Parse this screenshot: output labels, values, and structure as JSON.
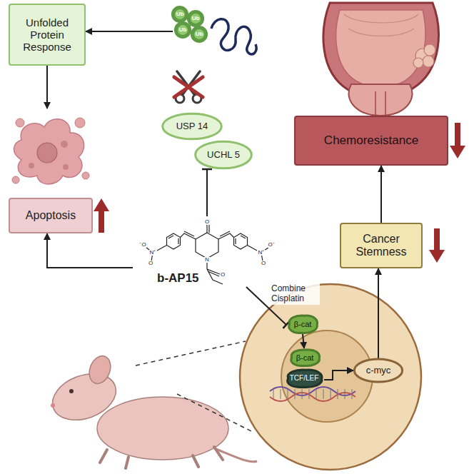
{
  "diagram": {
    "nodes": [
      {
        "text": [
          "Unfolded Protein Response"
        ]
      },
      {
        "text": [
          "Ub"
        ]
      },
      {
        "text": [
          "Ub"
        ]
      },
      {
        "text": [
          "Ub"
        ]
      },
      {
        "text": [
          "Ub"
        ]
      },
      {
        "text": [
          "USP 14"
        ]
      },
      {
        "text": [
          "UCHL 5"
        ]
      },
      {
        "text": [
          "Chemoresistance"
        ]
      },
      {
        "text": [
          "Apoptosis"
        ]
      },
      {
        "text": [
          "Cancer Stemness"
        ]
      },
      {
        "text": [
          "b-AP15"
        ]
      },
      {
        "text": [
          "β-cat"
        ]
      },
      {
        "text": [
          "β-cat"
        ]
      },
      {
        "text": [
          "TCF/LEF"
        ]
      },
      {
        "text": [
          "c-myc"
        ]
      }
    ],
    "edges": [
      {
        "from": 1,
        "to": 0,
        "arrow": "to"
      },
      {
        "from": 0,
        "to": 8,
        "arrow": "to"
      },
      {
        "from": 10,
        "to": 8,
        "arrow": "to"
      },
      {
        "from": 10,
        "to": 6,
        "arrow": "to"
      },
      {
        "from": 10,
        "to": 11,
        "label": "Combine Cisplatin",
        "arrow": "to"
      },
      {
        "from": 11,
        "to": 12,
        "arrow": "to"
      },
      {
        "from": 13,
        "to": 14,
        "arrow": "to"
      },
      {
        "from": 14,
        "to": 9,
        "arrow": "to"
      },
      {
        "from": 9,
        "to": 7,
        "arrow": "to"
      }
    ],
    "labels": [
      "O",
      "N",
      "O",
      "⁻O",
      "N⁺",
      "O",
      "N⁺",
      "O⁻",
      "O"
    ]
  }
}
